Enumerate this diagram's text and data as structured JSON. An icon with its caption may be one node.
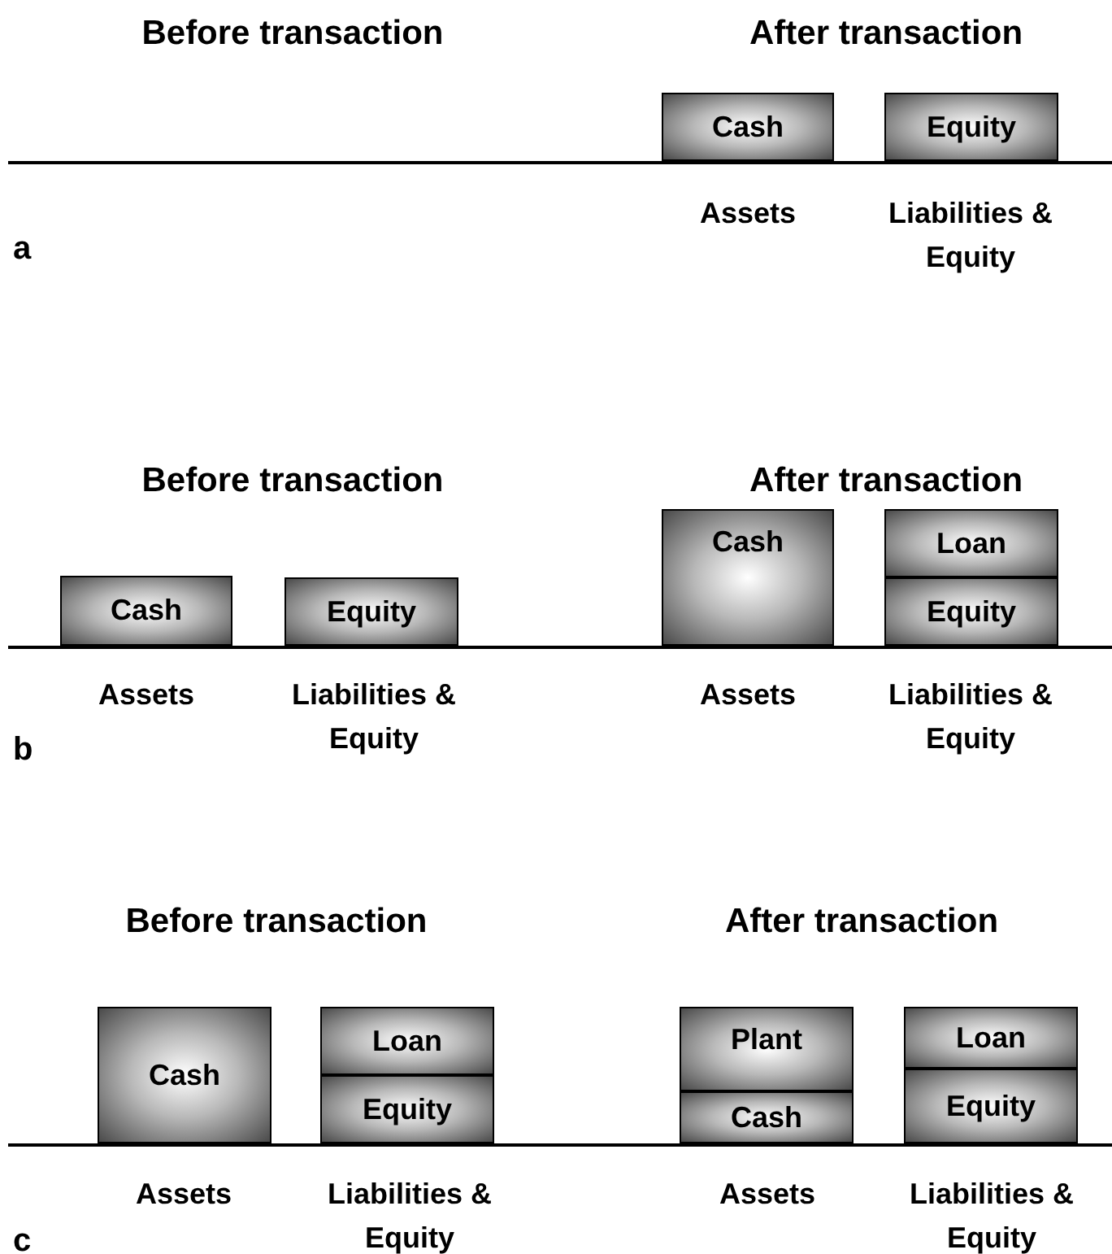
{
  "diagram": {
    "nodes": [
      {
        "text": [
          "Cash"
        ]
      },
      {
        "text": [
          "Equity"
        ]
      },
      {
        "text": [
          "Cash"
        ]
      },
      {
        "text": [
          "Equity"
        ]
      },
      {
        "text": [
          "Cash"
        ]
      },
      {
        "text": [
          "Loan"
        ]
      },
      {
        "text": [
          "Equity"
        ]
      },
      {
        "text": [
          "Cash"
        ]
      },
      {
        "text": [
          "Loan"
        ]
      },
      {
        "text": [
          "Equity"
        ]
      },
      {
        "text": [
          "Plant"
        ]
      },
      {
        "text": [
          "Cash"
        ]
      },
      {
        "text": [
          "Loan"
        ]
      },
      {
        "text": [
          "Equity"
        ]
      }
    ],
    "labels": [
      "Before transaction",
      "After transaction",
      "Assets",
      "Liabilities & Equity",
      "a",
      "Before transaction",
      "After transaction",
      "Assets",
      "Liabilities & Equity",
      "Assets",
      "Liabilities & Equity",
      "b",
      "Before transaction",
      "After transaction",
      "Assets",
      "Liabilities & Equity",
      "Assets",
      "Liabilities & Equity",
      "c"
    ]
  }
}
